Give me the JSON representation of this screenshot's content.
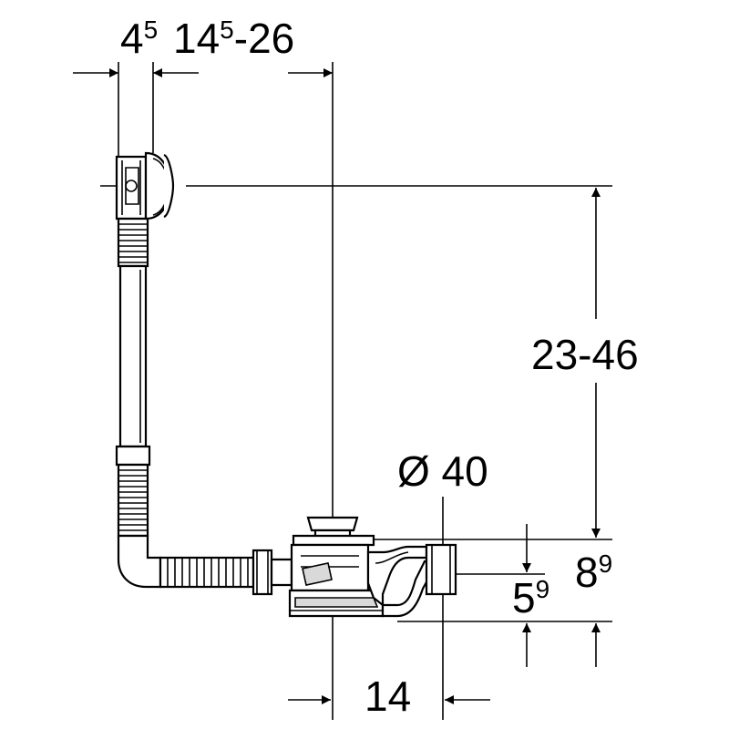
{
  "dimensions": {
    "overflow_offset": {
      "base": "4",
      "sup": "5"
    },
    "overflow_to_drain": {
      "base": "14",
      "sup": "5",
      "suffix": "-26"
    },
    "overflow_height": "23-46",
    "pipe_diameter": "Ø 40",
    "outlet_height": {
      "base": "5",
      "sup": "9"
    },
    "total_height": {
      "base": "8",
      "sup": "9"
    },
    "drain_to_outlet": "14"
  }
}
